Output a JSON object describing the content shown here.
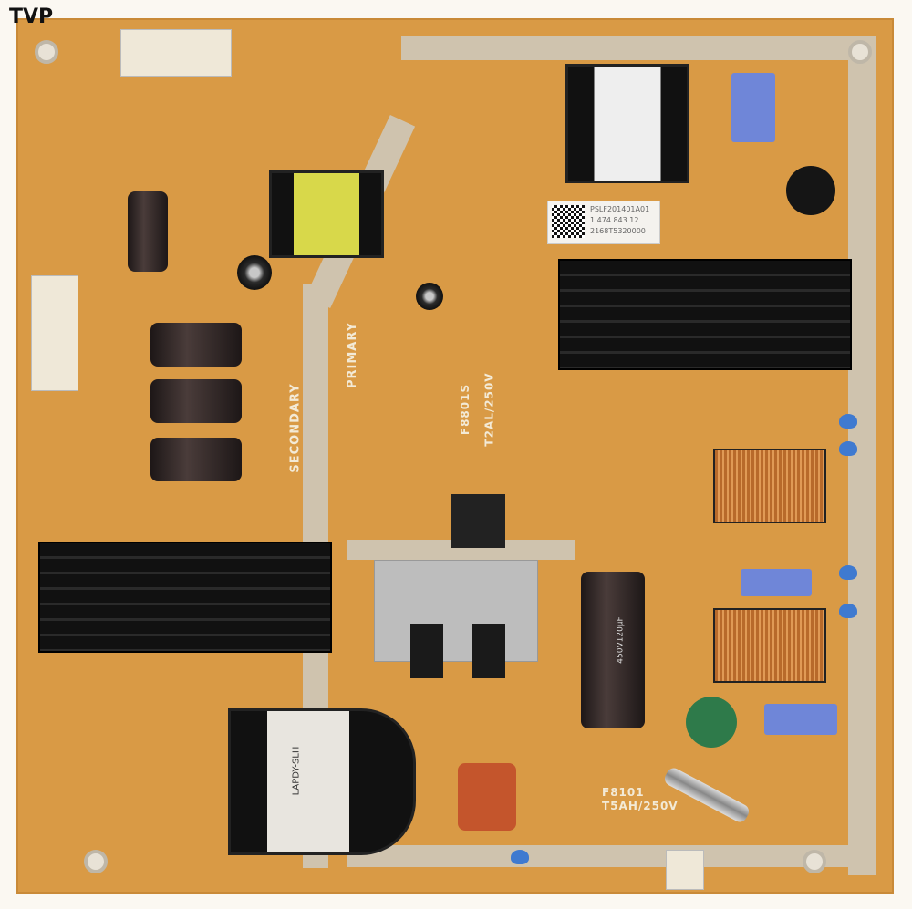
{
  "logo": {
    "text": "TVP"
  },
  "board": {
    "silkscreen": {
      "primary": "PRIMARY",
      "secondary": "SECONDARY",
      "fuse1_ref": "F8801S",
      "fuse1_rating": "T2AL/250V",
      "fuse2_ref": "F8101",
      "fuse2_rating": "T5AH/250V"
    },
    "main_transformer_label": "LAPDY-SLH",
    "main_capacitor_label": "450V120µF",
    "sticker": {
      "line1": "PSLF201401A01",
      "line2": "1 474 843 12",
      "line3": "2168T5320000"
    }
  },
  "colors": {
    "board": "#d99a45",
    "isolation": "#cfc3ae",
    "heatsink": "#111111"
  }
}
